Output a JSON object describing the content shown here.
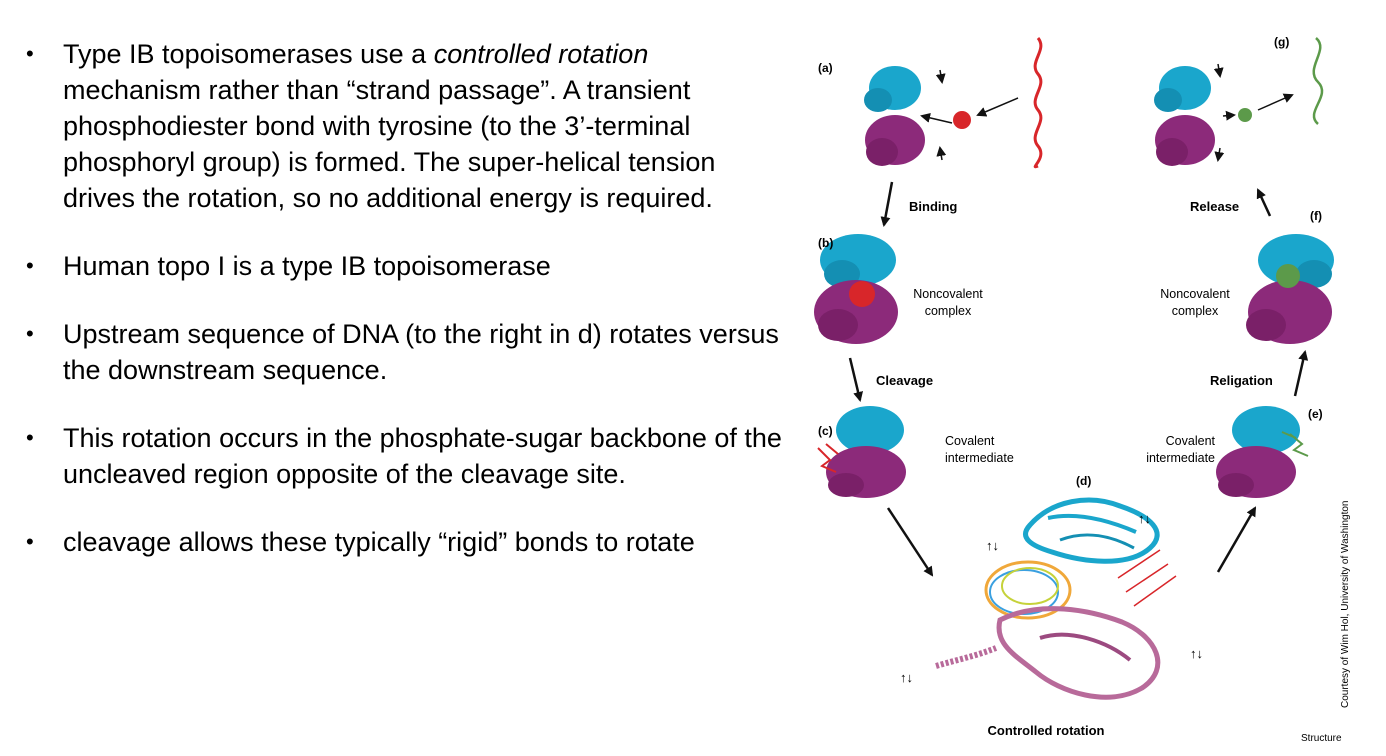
{
  "bullets": [
    {
      "pre": "Type IB topoisomerases use a ",
      "em": "controlled rotation",
      "post": " mechanism rather than “strand passage”. A transient phosphodiester bond with tyrosine (to the 3’-terminal phosphoryl group) is formed. The super-helical tension drives the rotation, so no additional energy is required."
    },
    {
      "pre": "Human topo I is a type IB topoisomerase",
      "em": "",
      "post": ""
    },
    {
      "pre": "Upstream sequence of DNA (to the right in d) rotates versus the downstream sequence.",
      "em": "",
      "post": ""
    },
    {
      "pre": "This rotation occurs in the phosphate-sugar backbone of the uncleaved region opposite of the cleavage site.",
      "em": "",
      "post": ""
    },
    {
      "pre": "cleavage allows these typically “rigid” bonds to rotate",
      "em": "",
      "post": ""
    }
  ],
  "bullet_symbol": "•",
  "figure": {
    "panels": {
      "a": "(a)",
      "b": "(b)",
      "c": "(c)",
      "d": "(d)",
      "e": "(e)",
      "f": "(f)",
      "g": "(g)"
    },
    "steps": {
      "binding": "Binding",
      "cleavage": "Cleavage",
      "controlled_rotation": "Controlled rotation",
      "religation": "Religation",
      "release": "Release"
    },
    "notes": {
      "b": [
        "Noncovalent",
        "complex"
      ],
      "f": [
        "Noncovalent",
        "complex"
      ],
      "c": [
        "Covalent",
        "intermediate"
      ],
      "e": [
        "Covalent",
        "intermediate"
      ]
    },
    "credit": "Courtesy of Wim Hol, University of Washington",
    "source": "Structure"
  },
  "colors": {
    "cap_domain": "#1aa6cc",
    "core_domain": "#8c2a7a",
    "dna_red": "#d8262a",
    "dna_green": "#5c9a4a",
    "tail": "#b86a9a"
  }
}
